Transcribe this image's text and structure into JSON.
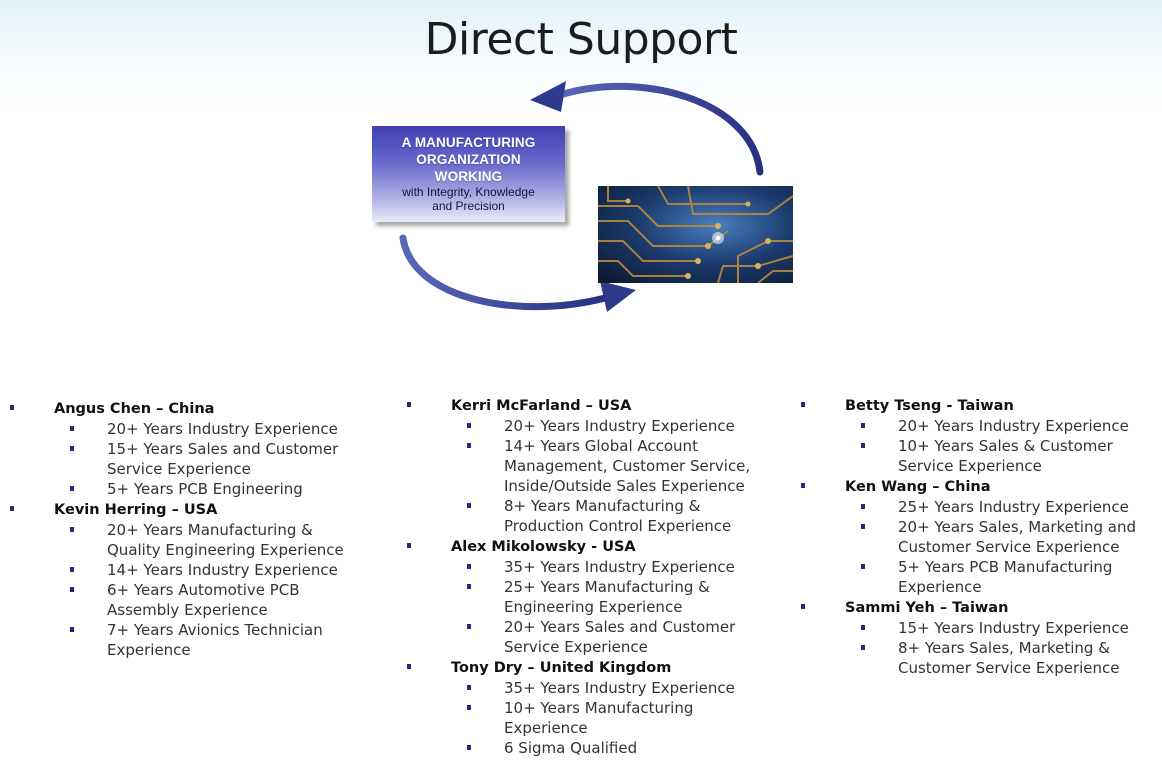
{
  "title": "Direct Support",
  "org_box": {
    "headline": [
      "A MANUFACTURING",
      "ORGANIZATION",
      "WORKING"
    ],
    "sub": [
      "with Integrity, Knowledge",
      "and Precision"
    ]
  },
  "colors": {
    "box_top": "#3f3fb3",
    "box_bottom": "#ebebf9",
    "arrow": "#2e3a8c",
    "bullet": "#1f2a80"
  },
  "columns": [
    [
      {
        "name": "Angus Chen – China",
        "items": [
          [
            "20+ Years Industry Experience"
          ],
          [
            "15+ Years Sales and Customer",
            "Service Experience"
          ],
          [
            "5+ Years PCB Engineering"
          ]
        ]
      },
      {
        "name": "Kevin Herring – USA",
        "items": [
          [
            "20+ Years Manufacturing &",
            "Quality Engineering Experience"
          ],
          [
            "14+ Years Industry Experience"
          ],
          [
            "6+ Years Automotive PCB",
            "Assembly Experience"
          ],
          [
            "7+ Years Avionics Technician",
            "Experience"
          ]
        ]
      }
    ],
    [
      {
        "name": "Kerri McFarland – USA",
        "items": [
          [
            "20+ Years Industry Experience"
          ],
          [
            "14+ Years Global Account",
            "Management, Customer Service,",
            "Inside/Outside Sales Experience"
          ],
          [
            "8+ Years Manufacturing &",
            "Production Control Experience"
          ]
        ]
      },
      {
        "name": "Alex Mikolowsky - USA",
        "items": [
          [
            "35+ Years Industry Experience"
          ],
          [
            "25+ Years Manufacturing &",
            "Engineering Experience"
          ],
          [
            "20+ Years Sales and Customer",
            "Service Experience"
          ]
        ]
      },
      {
        "name": "Tony Dry – United Kingdom",
        "items": [
          [
            "35+ Years Industry Experience"
          ],
          [
            "10+ Years Manufacturing",
            "Experience"
          ],
          [
            "6 Sigma Qualified"
          ]
        ]
      }
    ],
    [
      {
        "name": "Betty Tseng - Taiwan",
        "items": [
          [
            "20+ Years Industry Experience"
          ],
          [
            "10+ Years Sales & Customer",
            "Service Experience"
          ]
        ]
      },
      {
        "name": "Ken Wang – China",
        "items": [
          [
            "25+ Years Industry Experience"
          ],
          [
            "20+ Years Sales, Marketing and",
            "Customer Service Experience"
          ],
          [
            "5+ Years PCB Manufacturing",
            "Experience"
          ]
        ]
      },
      {
        "name": "Sammi Yeh – Taiwan",
        "items": [
          [
            "15+ Years Industry Experience"
          ],
          [
            "8+ Years Sales, Marketing &",
            "Customer Service Experience"
          ]
        ]
      }
    ]
  ]
}
